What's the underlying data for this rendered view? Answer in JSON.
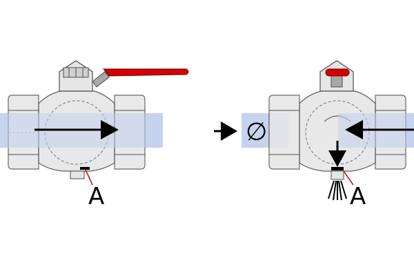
{
  "diagram": {
    "left_valve": {
      "state": "open",
      "drain_label": "A"
    },
    "center": {
      "blocked_symbol": "∅"
    },
    "right_valve": {
      "state": "closed",
      "drain_label": "A"
    },
    "colors": {
      "body_fill": "#e6e6e6",
      "body_stroke": "#4d4d4d",
      "flow_band": "#c6d3ef",
      "handle_red": "#d40000",
      "stem_gray": "#a8a8a8",
      "arrow": "#000000",
      "leader_line": "#cc0000"
    }
  }
}
